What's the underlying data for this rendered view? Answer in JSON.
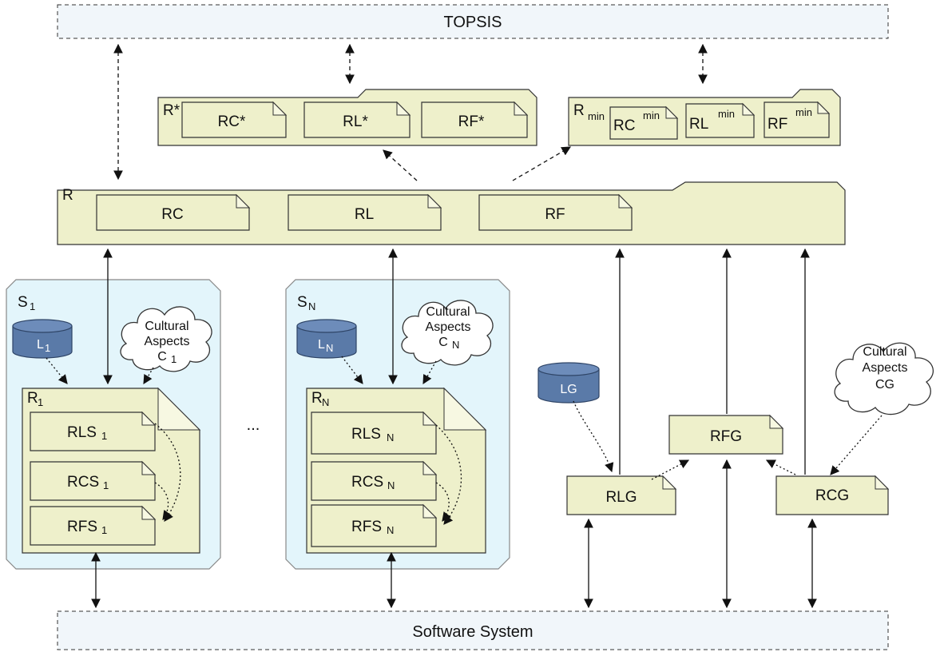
{
  "topsis": "TOPSIS",
  "software_system": "Software System",
  "r_star": {
    "title": "R*",
    "items": [
      "RC*",
      "RL*",
      "RF*"
    ]
  },
  "r_min": {
    "title": "R",
    "title_sub": "min",
    "items": [
      {
        "label": "RC",
        "sup": "min"
      },
      {
        "label": "RL",
        "sup": "min"
      },
      {
        "label": "RF",
        "sup": "min"
      }
    ]
  },
  "r": {
    "title": "R",
    "items": [
      "RC",
      "RL",
      "RF"
    ]
  },
  "s1": {
    "title": "S",
    "title_sub": "1",
    "db": "L",
    "db_sub": "1",
    "cloud": [
      "Cultural",
      "Aspects"
    ],
    "cloud_last": "C",
    "cloud_last_sub": "1",
    "doc_title": "R",
    "doc_title_sub": "1",
    "items": [
      {
        "label": "RLS",
        "sub": "1"
      },
      {
        "label": "RCS",
        "sub": "1"
      },
      {
        "label": "RFS",
        "sub": "1"
      }
    ]
  },
  "sn": {
    "title": "S",
    "title_sub": "N",
    "db": "L",
    "db_sub": "N",
    "cloud": [
      "Cultural",
      "Aspects"
    ],
    "cloud_last": "C",
    "cloud_last_sub": "N",
    "doc_title": "R",
    "doc_title_sub": "N",
    "items": [
      {
        "label": "RLS",
        "sub": "N"
      },
      {
        "label": "RCS",
        "sub": "N"
      },
      {
        "label": "RFS",
        "sub": "N"
      }
    ]
  },
  "ellipsis": "...",
  "global": {
    "db": "LG",
    "cloud": [
      "Cultural",
      "Aspects",
      "CG"
    ],
    "rlg": "RLG",
    "rfg": "RFG",
    "rcg": "RCG"
  }
}
